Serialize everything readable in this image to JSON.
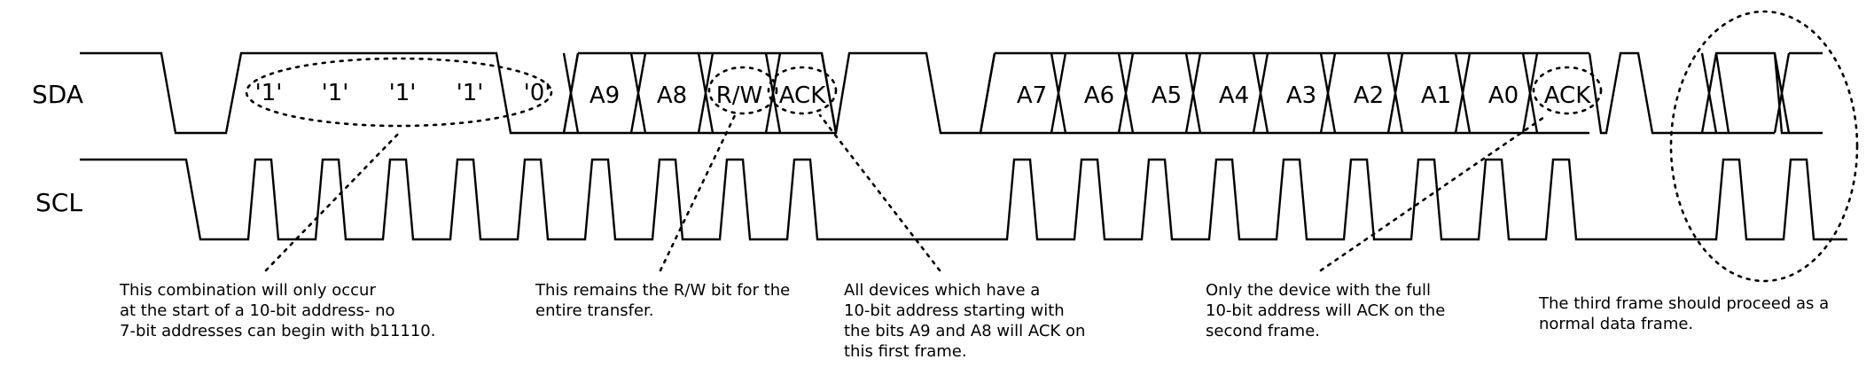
{
  "signals": {
    "sda": "SDA",
    "scl": "SCL"
  },
  "sda_bits": [
    "'1'",
    "'1'",
    "'1'",
    "'1'",
    "'0'",
    "A9",
    "A8",
    "R/W",
    "ACK",
    "A7",
    "A6",
    "A5",
    "A4",
    "A3",
    "A2",
    "A1",
    "A0",
    "ACK"
  ],
  "annotations": [
    [
      "This combination will only occur",
      "at the start of a 10-bit address- no",
      "7-bit addresses can begin with b11110."
    ],
    [
      "This remains the R/W bit for the",
      "entire transfer."
    ],
    [
      "All devices which have a",
      "10-bit address starting with",
      "the bits A9 and A8 will ACK on",
      "this first frame."
    ],
    [
      "Only the device with the full",
      "10-bit address will ACK on the",
      "second frame."
    ],
    [
      "The third frame should proceed as a",
      "normal data frame."
    ]
  ]
}
